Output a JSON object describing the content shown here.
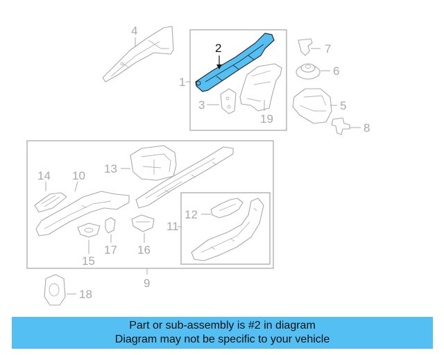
{
  "colors": {
    "highlight": "#53bff2",
    "line": "#a9a9a9",
    "banner": "#53bff2"
  },
  "callouts": {
    "c1": "1",
    "c2": "2",
    "c3": "3",
    "c4": "4",
    "c5": "5",
    "c6": "6",
    "c7": "7",
    "c8": "8",
    "c9": "9",
    "c10": "10",
    "c11": "11",
    "c12": "12",
    "c13": "13",
    "c14": "14",
    "c15": "15",
    "c16": "16",
    "c17": "17",
    "c18": "18",
    "c19": "19"
  },
  "banner": {
    "line1": "Part or sub-assembly is #2 in diagram",
    "line2": "Diagram may not be specific to your vehicle"
  }
}
